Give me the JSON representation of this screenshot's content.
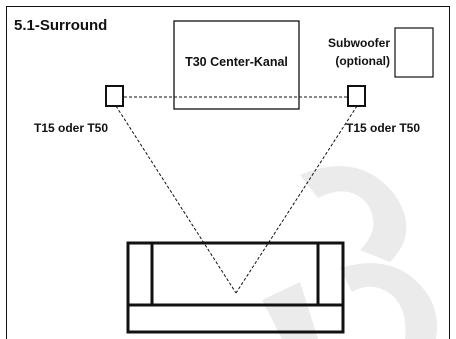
{
  "diagram": {
    "title": "5.1-Surround",
    "center_channel_label": "T30 Center-Kanal",
    "subwoofer_label_line1": "Subwoofer",
    "subwoofer_label_line2": "(optional)",
    "left_speaker_label": "T15 oder T50",
    "right_speaker_label": "T15 oder T50"
  },
  "colors": {
    "line": "#111111",
    "background": "#ffffff",
    "watermark": "#e8e8e8"
  }
}
